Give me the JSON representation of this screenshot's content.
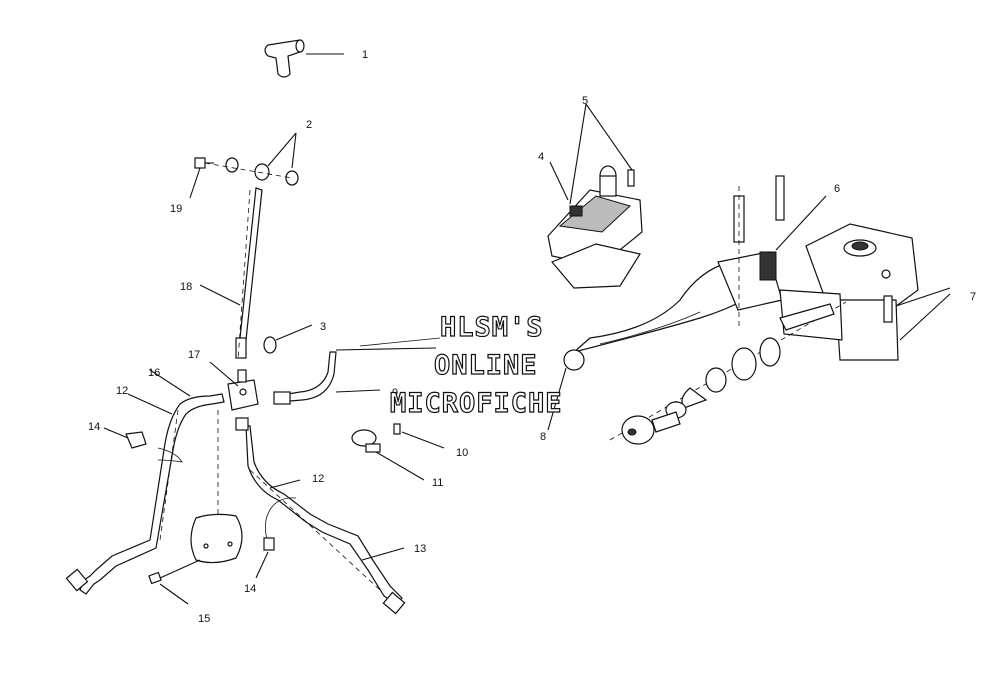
{
  "callouts": {
    "c1": "1",
    "c2": "2",
    "c3": "3",
    "c4": "4",
    "c5": "5",
    "c6": "6",
    "c7": "7",
    "c8": "8",
    "c9": "9",
    "c10": "10",
    "c11": "11",
    "c12a": "12",
    "c12b": "12",
    "c13": "13",
    "c14a": "14",
    "c14b": "14",
    "c15": "15",
    "c16": "16",
    "c17": "17",
    "c18": "18",
    "c19": "19"
  },
  "watermark": {
    "line1": "HLSM'S",
    "line2": "ONLINE",
    "line3": "MICROFICHE"
  }
}
